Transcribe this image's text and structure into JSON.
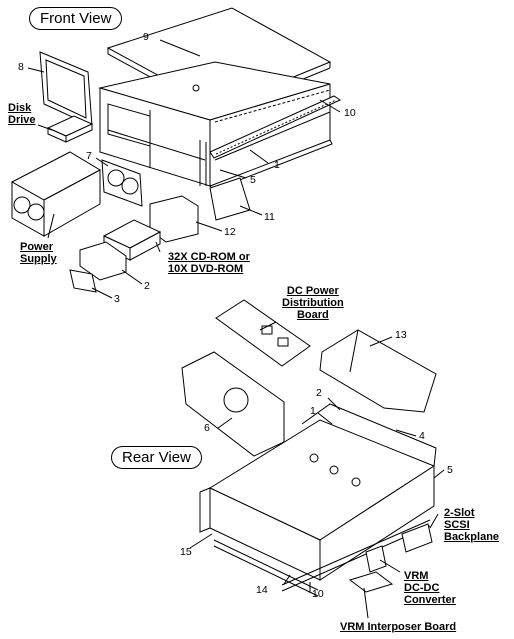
{
  "front_view": "Front View",
  "rear_view": "Rear View",
  "labels": {
    "disk_drive": [
      "Disk",
      "Drive"
    ],
    "power_supply": [
      "Power",
      "Supply"
    ],
    "cdrom": [
      "32X CD-ROM or",
      "10X DVD-ROM"
    ],
    "dc_power": [
      "DC Power",
      "Distribution",
      "Board"
    ],
    "scsi_backplane": [
      "2-Slot",
      "SCSI",
      "Backplane"
    ],
    "vrm_converter": [
      "VRM",
      "DC-DC",
      "Converter"
    ],
    "vrm_interposer": "VRM Interposer Board"
  },
  "callouts": {
    "c9": "9",
    "c8": "8",
    "c10a": "10",
    "c1a": "1",
    "c7": "7",
    "c5a": "5",
    "c11": "11",
    "c12": "12",
    "c2a": "2",
    "c3": "3",
    "c13": "13",
    "c2b": "2",
    "c1b": "1",
    "c4": "4",
    "c6": "6",
    "c5b": "5",
    "c15": "15",
    "c14": "14",
    "c10b": "10"
  }
}
